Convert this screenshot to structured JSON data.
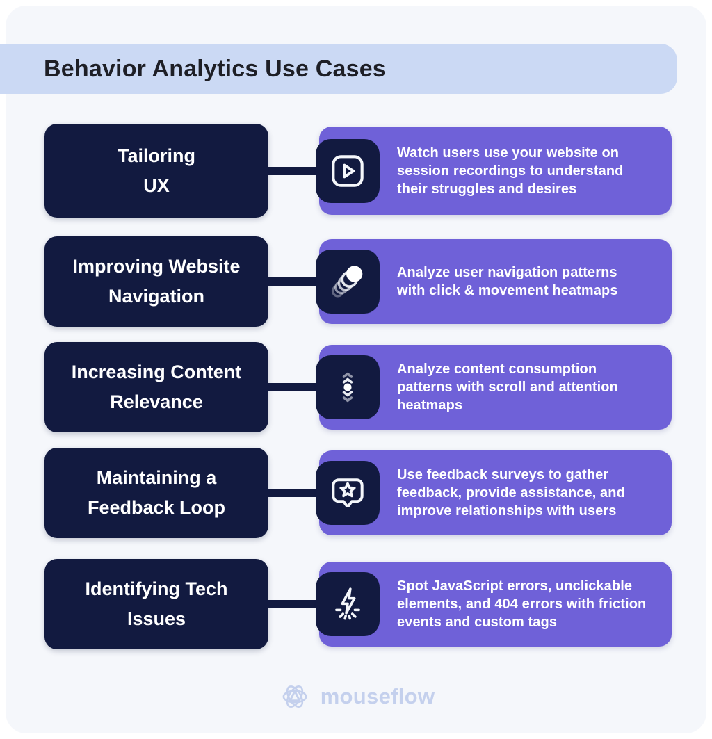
{
  "header": {
    "title": "Behavior Analytics Use Cases"
  },
  "colors": {
    "card_bg": "#F5F7FB",
    "header_band": "#CBD9F4",
    "navy": "#121A40",
    "purple": "#6F61D8",
    "text_light": "#FFFFFF",
    "brand": "#C4D0ED"
  },
  "rows": [
    {
      "title_line1": "Tailoring",
      "title_line2": "UX",
      "icon": "session-recording-play-icon",
      "description": "Watch users use your website on session recordings to understand their struggles and desires"
    },
    {
      "title_line1": "Improving Website",
      "title_line2": "Navigation",
      "icon": "cursor-trail-icon",
      "description": "Analyze user navigation patterns with click & movement heatmaps"
    },
    {
      "title_line1": "Increasing Content",
      "title_line2": "Relevance",
      "icon": "scroll-indicator-icon",
      "description": "Analyze content consumption patterns with scroll and attention heatmaps"
    },
    {
      "title_line1": "Maintaining a",
      "title_line2": "Feedback Loop",
      "icon": "feedback-star-bubble-icon",
      "description": "Use feedback surveys to gather feedback, provide assistance, and improve relationships with users"
    },
    {
      "title_line1": "Identifying Tech",
      "title_line2": "Issues",
      "icon": "lightning-friction-icon",
      "description": "Spot JavaScript errors, unclickable elements, and 404 errors with friction events and custom tags"
    }
  ],
  "footer": {
    "brand": "mouseflow"
  }
}
